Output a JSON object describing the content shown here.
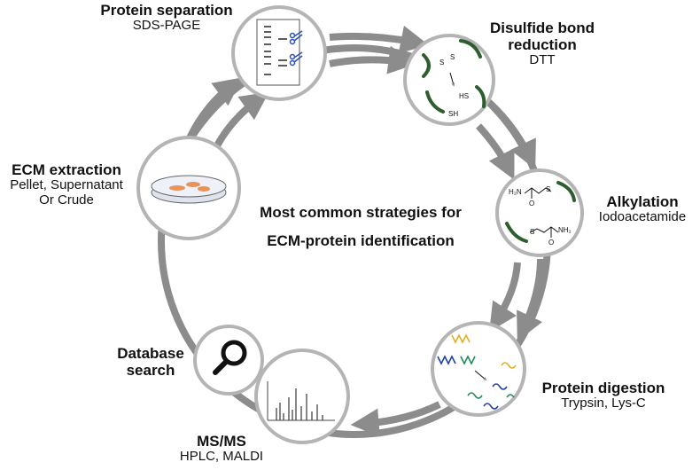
{
  "center": {
    "line1": "Most common strategies for",
    "line2": "ECM-protein identification"
  },
  "steps": {
    "protein_separation": {
      "title": "Protein separation",
      "sub": "SDS-PAGE"
    },
    "disulfide": {
      "title1": "Disulfide bond",
      "title2": "reduction",
      "sub": "DTT"
    },
    "alkylation": {
      "title": "Alkylation",
      "sub": "Iodoacetamide"
    },
    "digestion": {
      "title": "Protein digestion",
      "sub": "Trypsin, Lys-C"
    },
    "msms": {
      "title": "MS/MS",
      "sub": "HPLC, MALDI"
    },
    "database": {
      "title1": "Database",
      "title2": "search"
    },
    "ecm": {
      "title": "ECM extraction",
      "sub1": "Pellet, Supernatant",
      "sub2": "Or Crude"
    }
  },
  "chem": {
    "sh": "SH",
    "hs": "HS",
    "s": "S",
    "nh2_left": "H₂N",
    "nh2_right": "NH₂",
    "o": "O"
  },
  "colors": {
    "arrow": "#8c8c8c",
    "circle_border": "#b4b4b4",
    "protein_green": "#2e5e2e",
    "scissors_blue": "#2a4fb8",
    "peptide_yellow": "#e0b020",
    "peptide_blue": "#1f3fa8",
    "peptide_green": "#1f8a5a"
  }
}
